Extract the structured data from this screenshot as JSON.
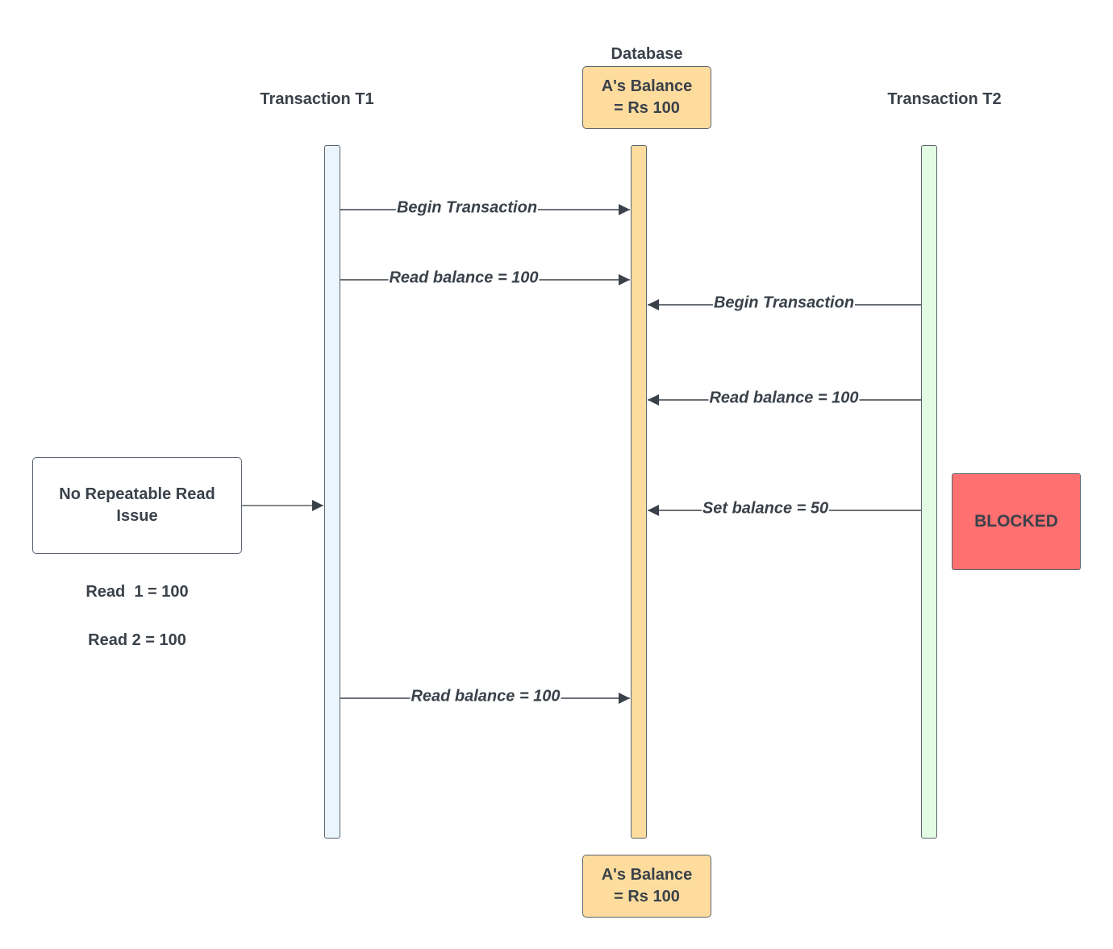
{
  "headings": {
    "database": "Database",
    "t1": "Transaction T1",
    "t2": "Transaction T2"
  },
  "db_box_top": {
    "line1": "A's Balance",
    "line2": "= Rs 100"
  },
  "db_box_bottom": {
    "line1": "A's Balance",
    "line2": "= Rs 100"
  },
  "messages": [
    {
      "from": "t1",
      "to": "db",
      "label": "Begin Transaction"
    },
    {
      "from": "t1",
      "to": "db",
      "label": "Read balance = 100"
    },
    {
      "from": "t2",
      "to": "db",
      "label": "Begin Transaction"
    },
    {
      "from": "t2",
      "to": "db",
      "label": "Read balance = 100"
    },
    {
      "from": "t2",
      "to": "db",
      "label": "Set balance = 50"
    },
    {
      "from": "t1",
      "to": "db",
      "label": "Read balance = 100"
    }
  ],
  "note": {
    "line1": "No Repeatable Read",
    "line2": "Issue"
  },
  "reads": {
    "read1": "Read  1 = 100",
    "read2": "Read 2 = 100"
  },
  "blocked": "BLOCKED",
  "colors": {
    "t1_lifeline": "#ebf5fd",
    "db_lifeline": "#fddc9e",
    "t2_lifeline": "#e3fae3",
    "blocked": "#ff7070",
    "stroke": "#3a414a"
  }
}
